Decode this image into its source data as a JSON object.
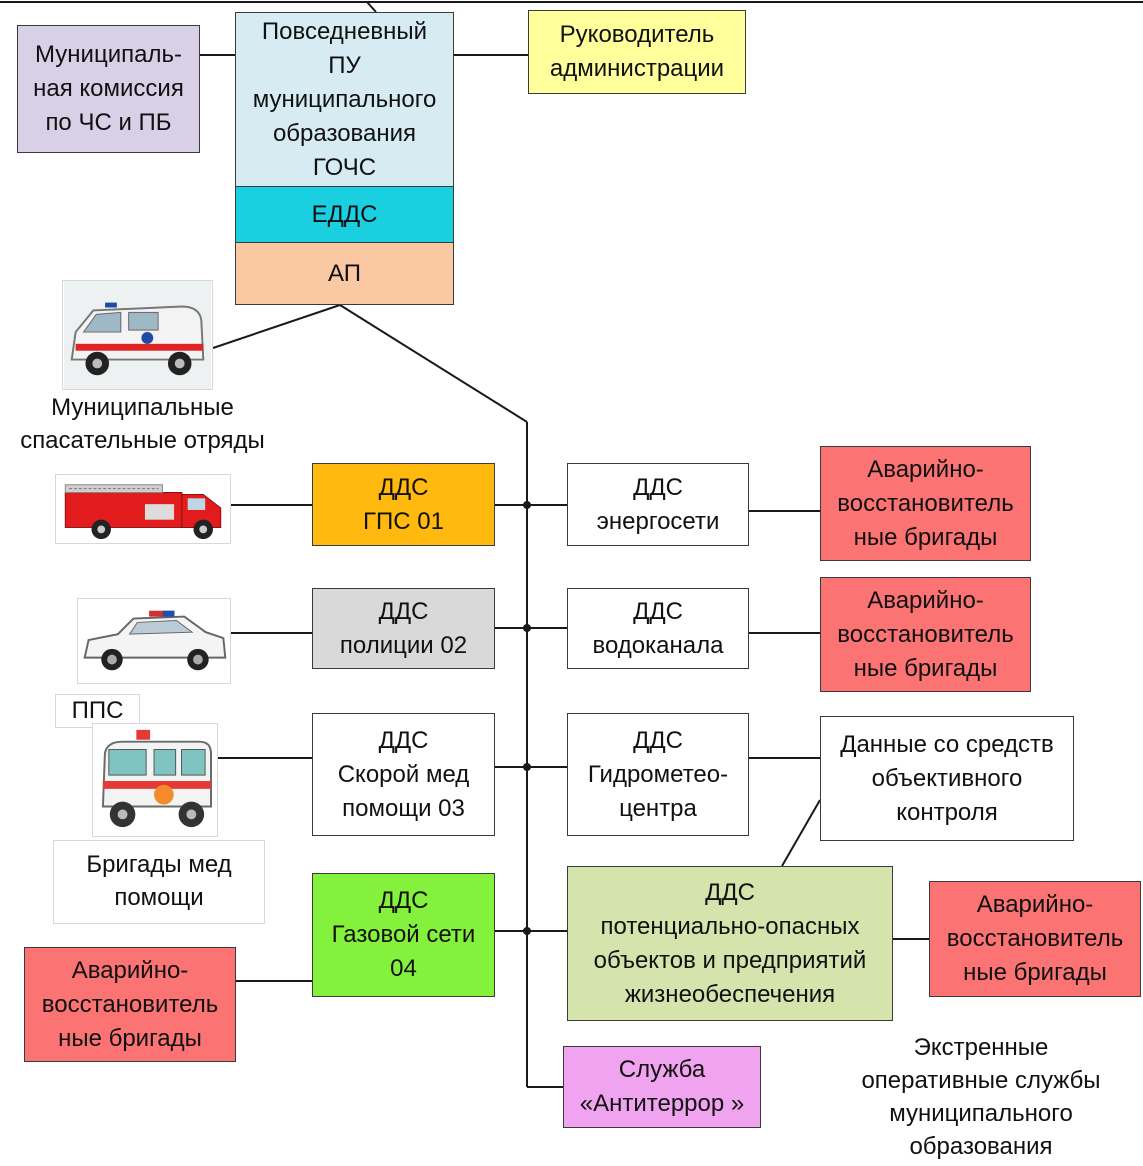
{
  "top_stack": {
    "title": "Повседневный\nПУ\nмуниципального\nобразования\nГОЧС",
    "edds": "ЕДДС",
    "ap": "АП"
  },
  "commission": "Муниципаль-\nная комиссия\nпо ЧС и ПБ",
  "head_admin": "Руководитель\nадминистрации",
  "rescue_teams": "Муниципальные\nспасательные  отряды",
  "fire_service": "ДДС\nГПС 01",
  "police": "ДДС\nполиции  02",
  "pps": "ППС",
  "ambulance_dds": "ДДС\nСкорой мед\nпомощи 03",
  "medical_teams": "Бригады мед\nпомощи",
  "gas_dds": "ДДС\nГазовой сети\n04",
  "energy_dds": "ДДС\nэнергосети",
  "water_dds": "ДДС\nводоканала",
  "hydromet_dds": "ДДС\nГидрометео-\nцентра",
  "objective_control": "Данные со средств\nобъективного\nконтроля",
  "hazardous_dds": "ДДС\nпотенциально-опасных\nобъектов и предприятий\nжизнеобеспечения",
  "antiterror": "Служба\n«Антитеррор »",
  "repair_brigades": "Аварийно-\nвосстановитель\nные бригады",
  "footer_note": "Экстренные\nоперативные службы\nмуниципального\nобразования",
  "colors": {
    "light_blue": "#d6ebf2",
    "cyan": "#19cfe0",
    "peach": "#fac8a3",
    "lavender": "#d7d0e6",
    "light_yellow": "#ffff9c",
    "orange": "#ffb90f",
    "gray": "#d9d9d9",
    "green": "#84f13c",
    "olive": "#d5e3ad",
    "red": "#fb7373",
    "pink": "#f0a3ee"
  },
  "pictures": [
    "rescue-van-icon",
    "fire-truck-icon",
    "police-car-icon",
    "ambulance-icon"
  ]
}
